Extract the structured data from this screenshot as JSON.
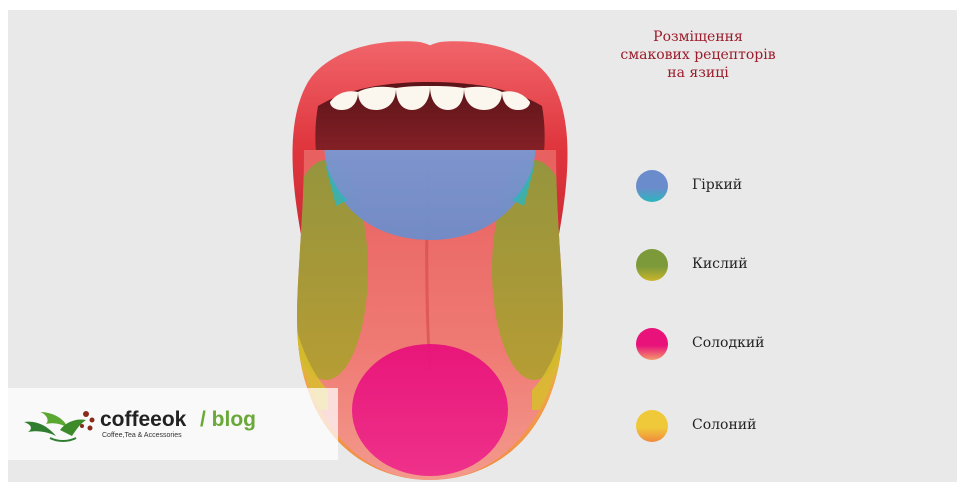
{
  "title_lines": [
    "Розміщення",
    "смакових рецепторів",
    "на язиці"
  ],
  "legend": [
    {
      "label": "Гіркий",
      "colors": [
        "#6b8ccc",
        "#2bb5bd"
      ]
    },
    {
      "label": "Кислий",
      "colors": [
        "#7c9a3a",
        "#cbb52a"
      ]
    },
    {
      "label": "Солодкий",
      "colors": [
        "#e8127a",
        "#f39a6a"
      ]
    },
    {
      "label": "Солоний",
      "colors": [
        "#f0c93a",
        "#f08a3c"
      ]
    }
  ],
  "logo": {
    "brand": "coffeeok",
    "slash_blog": "/ blog",
    "tagline": "Coffee,Tea & Accessories"
  }
}
